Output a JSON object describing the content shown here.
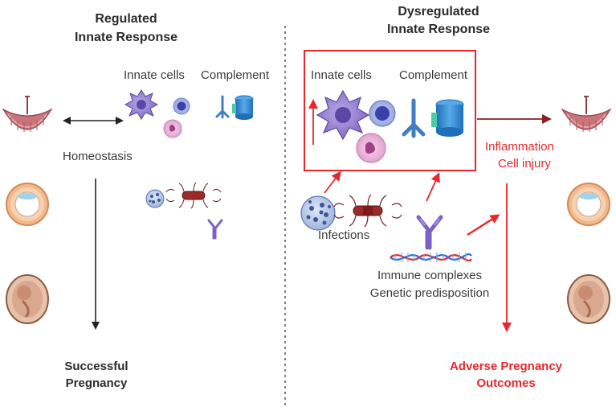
{
  "left": {
    "title_line1": "Regulated",
    "title_line2": "Innate Response",
    "innate_cells_label": "Innate cells",
    "complement_label": "Complement",
    "homeostasis_label": "Homeostasis",
    "outcome_line1": "Successful",
    "outcome_line2": "Pregnancy"
  },
  "right": {
    "title_line1": "Dysregulated",
    "title_line2": "Innate Response",
    "innate_cells_label": "Innate cells",
    "complement_label": "Complement",
    "inflammation_label": "Inflammation",
    "cell_injury_label": "Cell injury",
    "infections_label": "Infections",
    "immune_complexes_label": "Immune complexes",
    "genetic_label": "Genetic predisposition",
    "outcome_line1": "Adverse Pregnancy",
    "outcome_line2": "Outcomes"
  },
  "colors": {
    "accent_red": "#e8262c",
    "text_dark": "#2b2b2b",
    "placenta": "#c9747a",
    "embryo": "#f2b98c",
    "fetus": "#e2b49a",
    "cell_purple": "#8a74c8",
    "neutrophil_pink": "#e6a9d3",
    "complement_blue": "#3f7fc1"
  }
}
